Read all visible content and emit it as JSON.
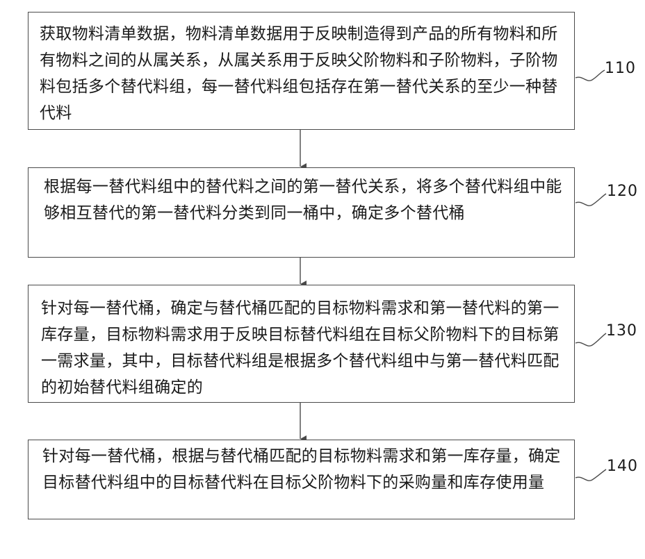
{
  "steps": [
    {
      "id": "110",
      "text": "获取物料清单数据，物料清单数据用于反映制造得到产品的所有物料和所有物料之间的从属关系，从属关系用于反映父阶物料和子阶物料，子阶物料包括多个替代料组，每一替代料组包括存在第一替代关系的至少一种替代料"
    },
    {
      "id": "120",
      "text": "根据每一替代料组中的替代料之间的第一替代关系，将多个替代料组中能够相互替代的第一替代料分类到同一桶中，确定多个替代桶"
    },
    {
      "id": "130",
      "text": "针对每一替代桶，确定与替代桶匹配的目标物料需求和第一替代料的第一库存量，目标物料需求用于反映目标替代料组在目标父阶物料下的目标第一需求量，其中，目标替代料组是根据多个替代料组中与第一替代料匹配的初始替代料组确定的"
    },
    {
      "id": "140",
      "text": "针对每一替代桶，根据与替代桶匹配的目标物料需求和第一库存量，确定目标替代料组中的目标替代料在目标父阶物料下的采购量和库存使用量"
    }
  ],
  "colors": {
    "line": "#4a4a4a",
    "text": "#1a1a1a"
  }
}
